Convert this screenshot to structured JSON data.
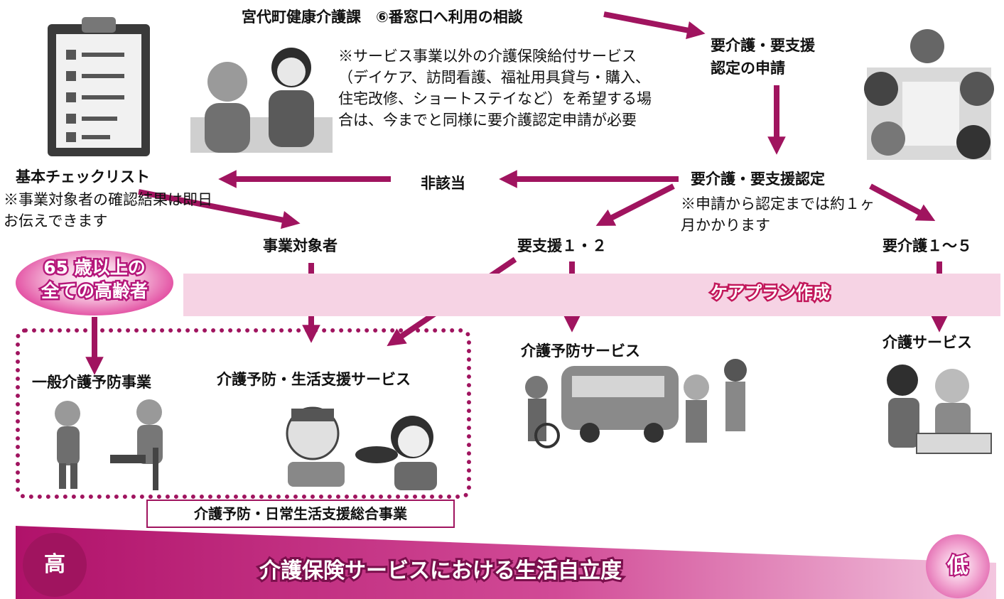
{
  "nodes": {
    "consult": "宮代町健康介護課　⑥番窓口へ利用の相談",
    "apply": "要介護・要支援\n認定の申請",
    "certification": "要介護・要支援認定",
    "checklist": "基本チェックリスト",
    "not_applicable": "非該当",
    "business_target": "事業対象者",
    "support12": "要支援１・２",
    "care15": "要介護１〜５",
    "general_prevention": "一般介護予防事業",
    "prevention_life_support": "介護予防・生活支援サービス",
    "prevention_service": "介護予防サービス",
    "care_service": "介護サービス"
  },
  "notes": {
    "service_note": "※サービス事業以外の介護保険給付サービス（デイケア、訪問看護、福祉用具貸与・購入、住宅改修、ショートステイなど）を希望する場合は、今までと同様に要介護認定申請が必要",
    "checklist_note": "※事業対象者の確認結果は即日お伝えできます",
    "certification_note": "※申請から認定までは約１ヶ月かかります"
  },
  "badges": {
    "elderly": "65 歳以上の\n全ての高齢者",
    "care_plan": "ケアプラン作成",
    "comprehensive_project": "介護予防・日常生活支援総合事業"
  },
  "scale": {
    "high": "高",
    "low": "低",
    "title": "介護保険サービスにおける生活自立度"
  },
  "colors": {
    "arrow": "#a0145f",
    "accent": "#c2185b",
    "band": "#f6d3e4"
  }
}
